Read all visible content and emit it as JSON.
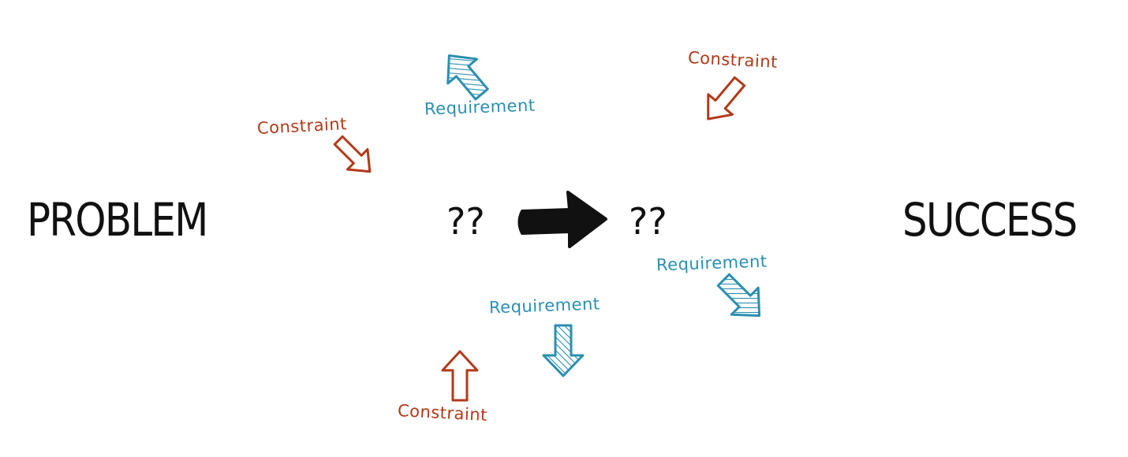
{
  "problem_label": "PROBLEM",
  "success_label": "SUCCESS",
  "unknown_left": "??",
  "unknown_right": "??",
  "constraints": [
    "Constraint",
    "Constraint",
    "Constraint"
  ],
  "requirements": [
    "Requirement",
    "Requirement",
    "Requirement"
  ],
  "colors": {
    "constraint": "#b23a1a",
    "requirement": "#2b8fb0",
    "main": "#111111"
  }
}
